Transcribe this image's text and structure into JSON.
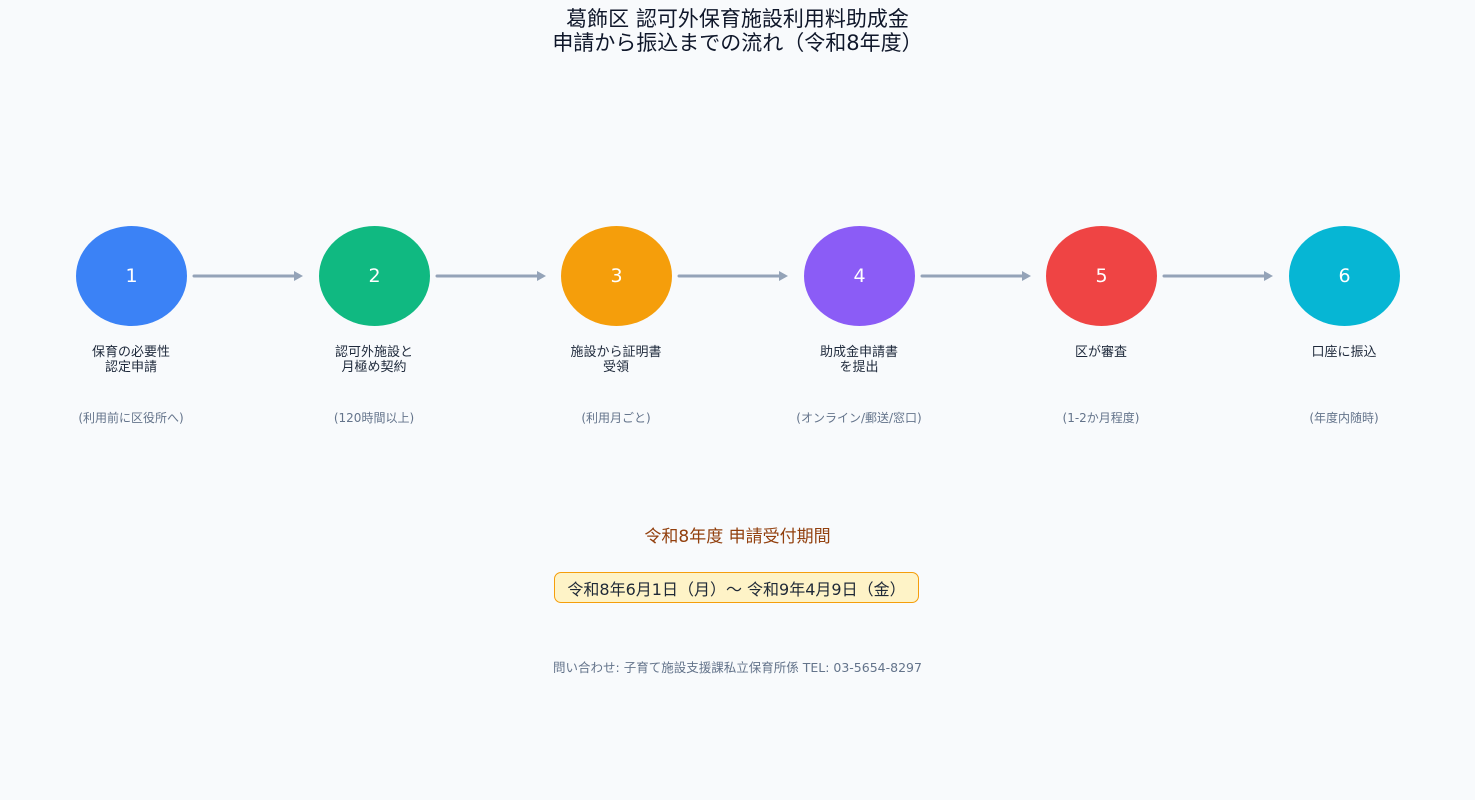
{
  "title": {
    "line1": "葛飾区 認可外保育施設利用料助成金",
    "line2": "申請から振込までの流れ（令和8年度）"
  },
  "steps": [
    {
      "number": "1",
      "label_line1": "保育の必要性",
      "label_line2": "認定申請",
      "note": "(利用前に区役所へ)",
      "color": "#3b82f6"
    },
    {
      "number": "2",
      "label_line1": "認可外施設と",
      "label_line2": "月極め契約",
      "note": "(120時間以上)",
      "color": "#10b981"
    },
    {
      "number": "3",
      "label_line1": "施設から証明書",
      "label_line2": "受領",
      "note": "(利用月ごと)",
      "color": "#f59e0b"
    },
    {
      "number": "4",
      "label_line1": "助成金申請書",
      "label_line2": "を提出",
      "note": "(オンライン/郵送/窓口)",
      "color": "#8b5cf6"
    },
    {
      "number": "5",
      "label_line1": "区が審査",
      "label_line2": "",
      "note": "(1-2か月程度)",
      "color": "#ef4444"
    },
    {
      "number": "6",
      "label_line1": "口座に振込",
      "label_line2": "",
      "note": "(年度内随時)",
      "color": "#06b6d4"
    }
  ],
  "arrow_color": "#94a3b8",
  "period": {
    "heading": "令和8年度 申請受付期間",
    "range": "令和8年6月1日（月）〜 令和9年4月9日（金）"
  },
  "contact": "問い合わせ: 子育て施設支援課私立保育所係 TEL: 03-5654-8297"
}
